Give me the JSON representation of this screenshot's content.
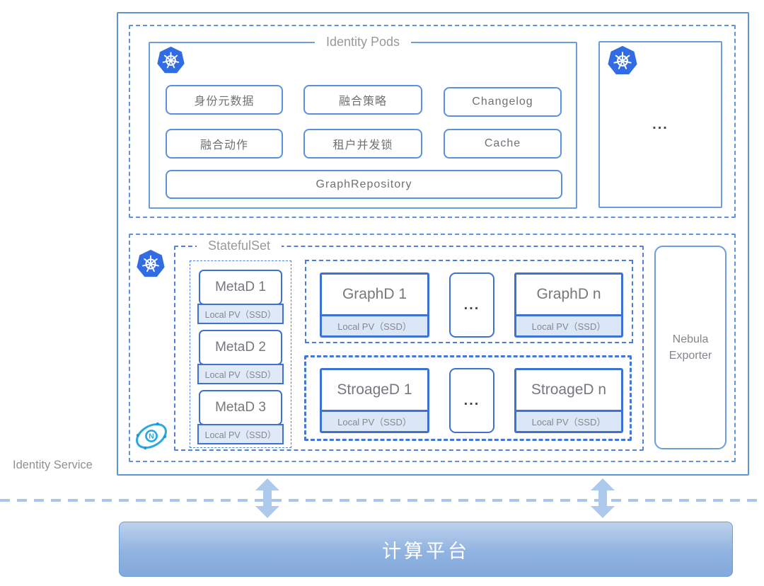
{
  "diagram": {
    "service_label": "Identity Service",
    "platform_label": "计算平台"
  },
  "identity_pods": {
    "title": "Identity Pods",
    "row1": [
      "身份元数据",
      "融合策略",
      "Changelog"
    ],
    "row2": [
      "融合动作",
      "租户并发锁",
      "Cache"
    ],
    "bottom": "GraphRepository",
    "more_pods_ellipsis": "..."
  },
  "statefulset": {
    "title": "StatefulSet",
    "metad": [
      {
        "name": "MetaD 1",
        "pv": "Local PV（SSD）"
      },
      {
        "name": "MetaD 2",
        "pv": "Local PV（SSD）"
      },
      {
        "name": "MetaD 3",
        "pv": "Local PV（SSD）"
      }
    ],
    "graphd": {
      "first": "GraphD 1",
      "ellipsis": "...",
      "last": "GraphD n",
      "pv": "Local PV（SSD）"
    },
    "storaged": {
      "first": "StroageD 1",
      "ellipsis": "...",
      "last": "StroageD n",
      "pv": "Local PV（SSD）"
    },
    "exporter": "Nebula Exporter"
  },
  "icons": {
    "kubernetes": "kubernetes-logo",
    "nebula_graph": "nebula-graph-logo"
  },
  "colors": {
    "k8s_blue": "#326ce5",
    "nebula_blue": "#2aa9e0",
    "box_border_light": "#5e95d8",
    "box_border_strong": "#3e72d2",
    "pv_fill": "#dbe7f7",
    "platform_fill_top": "#bdd2ec",
    "platform_fill_bottom": "#83a8da",
    "arrow": "#adc9eb"
  }
}
